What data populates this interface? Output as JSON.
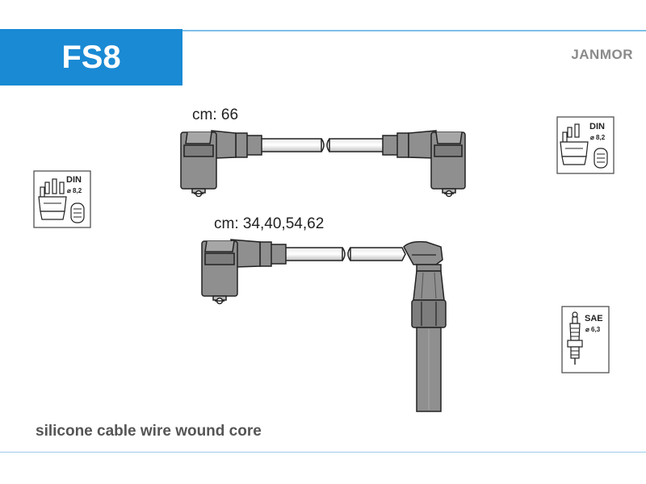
{
  "header": {
    "code": "FS8",
    "brand": "JANMOR"
  },
  "cables": [
    {
      "label": "cm: 66"
    },
    {
      "label": "cm: 34,40,54,62"
    }
  ],
  "connectors": {
    "distributor_left": {
      "standard": "DIN",
      "diameter": "⌀ 8,2"
    },
    "distributor_right": {
      "standard": "DIN",
      "diameter": "⌀ 8,2"
    },
    "spark_plug": {
      "standard": "SAE",
      "diameter": "⌀ 6,3"
    }
  },
  "footer": {
    "description": "silicone cable wire wound core"
  },
  "colors": {
    "accent": "#1a8ad4",
    "cable_fill": "#8f8f8f",
    "outline": "#222222"
  },
  "icons": [
    "distributor-cap-icon",
    "spark-plug-icon",
    "connector-terminal-icon"
  ]
}
